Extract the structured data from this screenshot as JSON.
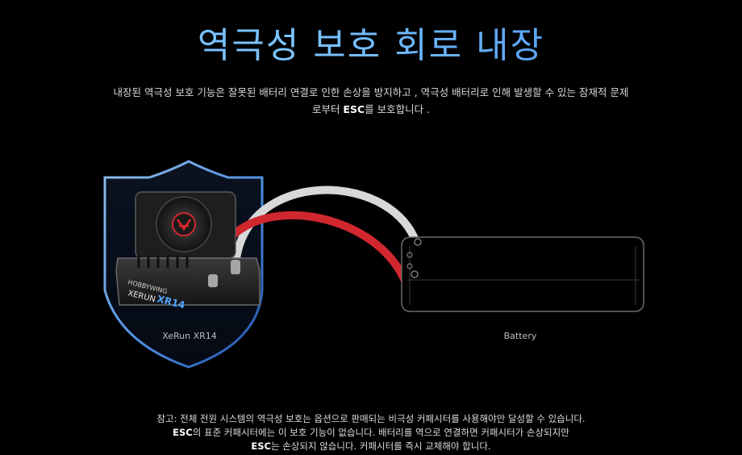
{
  "title": "역극성 보호 회로 내장",
  "description": {
    "line1": "내장된 역극성 보호 기능은 잘못된 배터리 연결로 인한 손상을 방지하고 , 역극성 배터리로 인해 발생할 수 있는 잠재적 문제",
    "line2_pre": "로부터 ",
    "line2_bold": "ESC",
    "line2_post": "를 보호합니다 ."
  },
  "scene": {
    "esc_label": "XeRun XR14",
    "battery_label": "Battery",
    "esc_brand_text": "HOBBYWING",
    "esc_model_text": "XERUN",
    "esc_model_number": "XR14",
    "shield_color_top": "#7ec0ff",
    "shield_color_bottom": "#2a63c4",
    "wire_positive_color": "#d1272f",
    "wire_negative_color": "#d8d8d8"
  },
  "note": {
    "line1": "참고: 전체 전원 시스템의 역극성 보호는 옵션으로 판매되는 비극성 커패시터를 사용해야만 달성할 수 있습니다.",
    "line2_bold": "ESC",
    "line2_rest": "의 표준 커패시터에는 이 보호 기능이 없습니다. 배터리를 역으로 연결하면 커패시터가 손상되지만",
    "line3_bold": "ESC",
    "line3_rest": "는 손상되지 않습니다. 커패시터를 즉시 교체해야 합니다."
  }
}
